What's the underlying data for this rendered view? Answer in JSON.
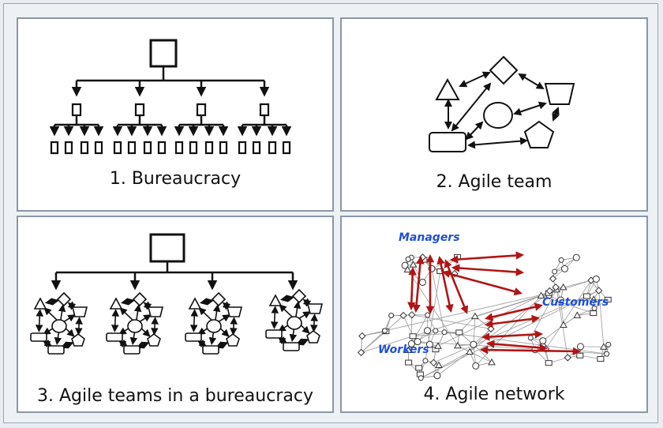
{
  "panels": [
    {
      "caption": "1. Bureaucracy"
    },
    {
      "caption": "2. Agile team"
    },
    {
      "caption": "3. Agile teams in a bureaucracy"
    },
    {
      "caption": "4. Agile network"
    }
  ],
  "network_labels": {
    "managers": "Managers",
    "customers": "Customers",
    "workers": "Workers"
  },
  "colors": {
    "ink": "#111111",
    "panel_border": "#8a97a6",
    "network_arrow": "#b01515",
    "network_label": "#1e4fd6",
    "network_edge": "#9a9a9a"
  }
}
